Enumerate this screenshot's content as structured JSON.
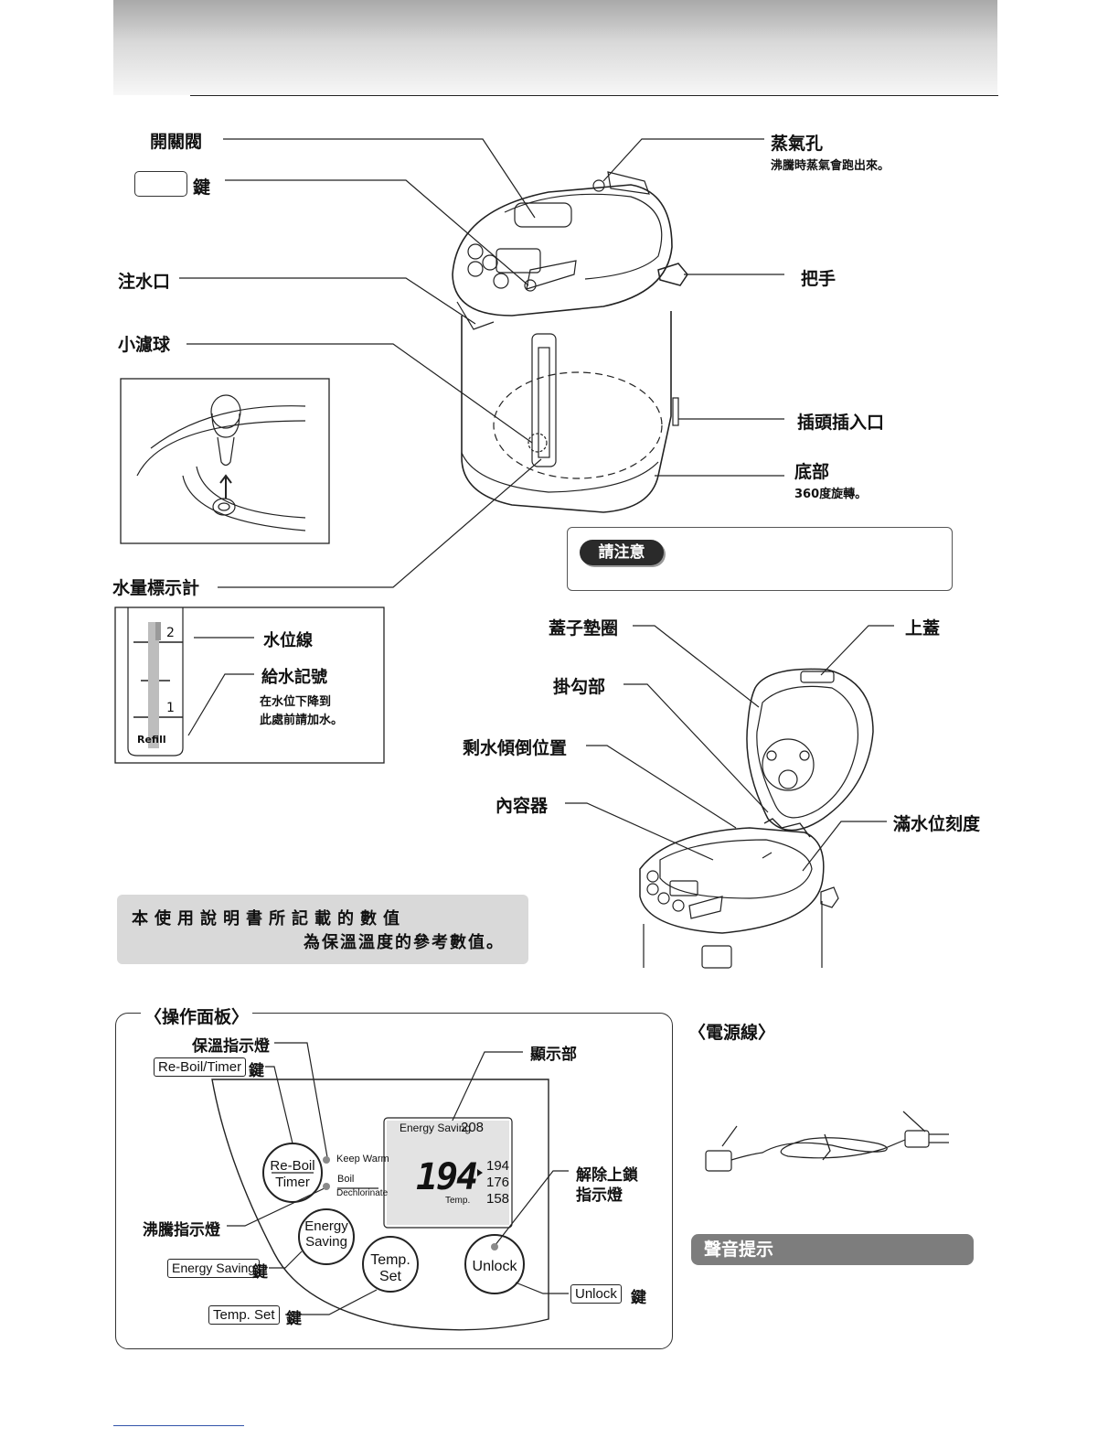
{
  "labels": {
    "switch_valve": "開關閥",
    "key_suffix": "鍵",
    "steam_vent": "蒸氣孔",
    "steam_vent_note": "沸騰時蒸氣會跑出來。",
    "handle": "把手",
    "spout": "注水口",
    "filter": "小濾球",
    "plug_socket": "插頭插入口",
    "base": "底部",
    "base_note": "360度旋轉。",
    "water_gauge": "水量標示計",
    "water_level_line": "水位線",
    "refill_mark": "給水記號",
    "refill_note_1": "在水位下降到",
    "refill_note_2": "此處前請加水。",
    "gauge_mark_2": "2",
    "gauge_mark_1": "1",
    "gauge_refill": "Refill",
    "lid_gasket": "蓋子墊圈",
    "top_lid": "上蓋",
    "hook": "掛勾部",
    "pour_position": "剩水傾倒位置",
    "inner_container": "內容器",
    "full_level": "滿水位刻度"
  },
  "attention": {
    "pill": "請注意"
  },
  "notice": {
    "line1": "本使用說明書所記載的數值",
    "line2": "為保溫溫度的參考數值。"
  },
  "panel": {
    "title_open": "〈",
    "title": "操作面板",
    "title_close": "〉",
    "keep_warm_lamp": "保溫指示燈",
    "reboil_timer_key": "Re-Boil/Timer",
    "display": "顯示部",
    "unlock_lamp_1": "解除上鎖",
    "unlock_lamp_2": "指示燈",
    "boil_lamp": "沸騰指示燈",
    "energy_saving_key": "Energy Saving",
    "temp_set_key": "Temp. Set",
    "unlock_key": "Unlock",
    "btn_reboil_1": "Re-Boil",
    "btn_reboil_2": "Timer",
    "btn_energy_1": "Energy",
    "btn_energy_2": "Saving",
    "btn_temp_1": "Temp.",
    "btn_temp_2": "Set",
    "btn_unlock": "Unlock",
    "ind_keep_warm": "Keep Warm",
    "ind_boil": "Boil",
    "ind_dechlorinate": "Dechlorinate",
    "lcd_energy": "Energy Saving",
    "lcd_208": "208",
    "lcd_temp_value": "194",
    "lcd_194": "194",
    "lcd_176": "176",
    "lcd_158": "158",
    "lcd_temp_label": "Temp."
  },
  "cord": {
    "open": "〈",
    "title": "電源線",
    "close": "〉"
  },
  "sound": {
    "title": "聲音提示"
  }
}
